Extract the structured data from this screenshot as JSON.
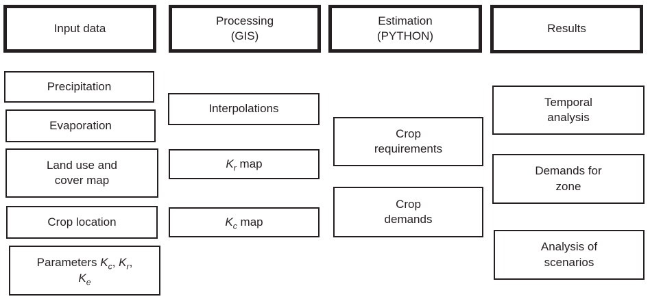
{
  "colors": {
    "border": "#231f20",
    "text": "#231f20",
    "background": "#ffffff"
  },
  "columns": [
    {
      "id": "input-data",
      "header": {
        "label": "Input data"
      },
      "boxes": [
        {
          "id": "precipitation",
          "label": "Precipitation"
        },
        {
          "id": "evaporation",
          "label": "Evaporation"
        },
        {
          "id": "land-use-and-cover-map",
          "segments": [
            {
              "t": "Land use and"
            },
            {
              "br": true
            },
            {
              "t": "cover map"
            }
          ]
        },
        {
          "id": "crop-location",
          "label": "Crop location"
        },
        {
          "id": "parameters-kc-kr-ke",
          "segments": [
            {
              "t": "Parameters "
            },
            {
              "t": "K",
              "i": true
            },
            {
              "t": "c",
              "i": true,
              "sub": true
            },
            {
              "t": ", "
            },
            {
              "t": "K",
              "i": true
            },
            {
              "t": "r",
              "i": true,
              "sub": true
            },
            {
              "t": ","
            },
            {
              "br": true
            },
            {
              "t": "K",
              "i": true
            },
            {
              "t": "e",
              "i": true,
              "sub": true
            }
          ]
        }
      ]
    },
    {
      "id": "processing-gis",
      "header": {
        "segments": [
          {
            "t": "Processing"
          },
          {
            "br": true
          },
          {
            "t": "(GIS)"
          }
        ]
      },
      "boxes": [
        {
          "id": "interpolations",
          "label": "Interpolations"
        },
        {
          "id": "kr-map",
          "segments": [
            {
              "t": "K",
              "i": true
            },
            {
              "t": "r",
              "i": true,
              "sub": true
            },
            {
              "t": " map"
            }
          ]
        },
        {
          "id": "kc-map",
          "segments": [
            {
              "t": "K",
              "i": true
            },
            {
              "t": "c",
              "i": true,
              "sub": true
            },
            {
              "t": " map"
            }
          ]
        }
      ]
    },
    {
      "id": "estimation-python",
      "header": {
        "segments": [
          {
            "t": "Estimation"
          },
          {
            "br": true
          },
          {
            "t": "(PYTHON)"
          }
        ]
      },
      "boxes": [
        {
          "id": "crop-requirements",
          "segments": [
            {
              "t": "Crop"
            },
            {
              "br": true
            },
            {
              "t": "requirements"
            }
          ]
        },
        {
          "id": "crop-demands",
          "segments": [
            {
              "t": "Crop"
            },
            {
              "br": true
            },
            {
              "t": "demands"
            }
          ]
        }
      ]
    },
    {
      "id": "results",
      "header": {
        "label": "Results"
      },
      "boxes": [
        {
          "id": "temporal-analysis",
          "segments": [
            {
              "t": "Temporal"
            },
            {
              "br": true
            },
            {
              "t": "analysis"
            }
          ]
        },
        {
          "id": "demands-for-zone",
          "segments": [
            {
              "t": "Demands for"
            },
            {
              "br": true
            },
            {
              "t": "zone"
            }
          ]
        },
        {
          "id": "analysis-of-scenarios",
          "segments": [
            {
              "t": "Analysis of"
            },
            {
              "br": true
            },
            {
              "t": "scenarios"
            }
          ]
        }
      ]
    }
  ]
}
